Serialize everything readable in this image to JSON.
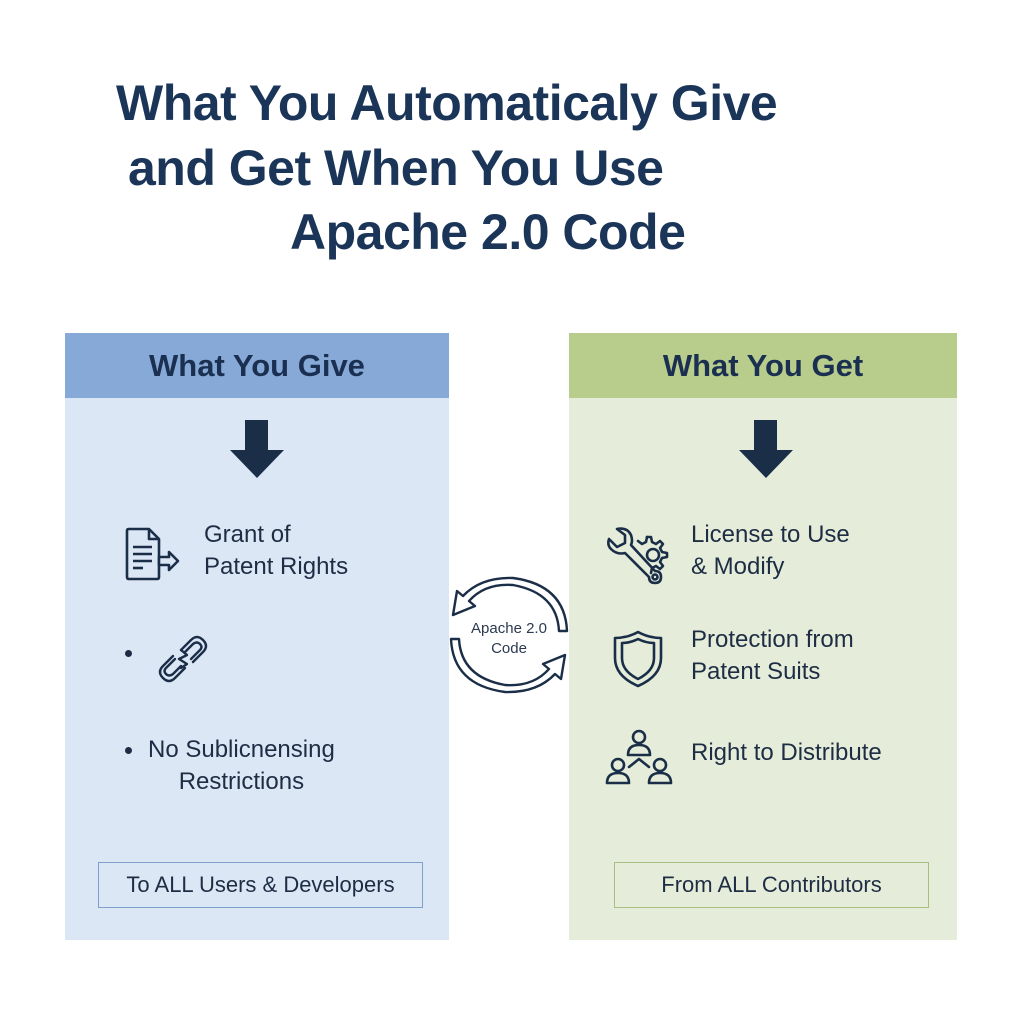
{
  "title": {
    "line1": "What You Automaticaly Give",
    "line2": "and Get When You Use",
    "line3": "Apache 2.0 Code"
  },
  "center": {
    "label": "Apache 2.0\nCode",
    "icon": "cycle-arrows-icon"
  },
  "give_panel": {
    "heading": "What You Give",
    "header_color": "#86a9d8",
    "body_color": "#dce7f6",
    "arrow_icon": "down-arrow-icon",
    "items": [
      {
        "icon": "document-export-icon",
        "text": "Grant of\nPatent Rights"
      },
      {
        "icon": "broken-link-icon",
        "text": ""
      },
      {
        "icon": "bullet",
        "text": "No Sublicnensing\nRestrictions"
      }
    ],
    "footer": "To ALL Users & Developers"
  },
  "get_panel": {
    "heading": "What You Get",
    "header_color": "#b8cd8c",
    "body_color": "#e5edda",
    "arrow_icon": "down-arrow-icon",
    "items": [
      {
        "icon": "wrench-gear-icon",
        "text": "License to Use\n& Modify"
      },
      {
        "icon": "shield-icon",
        "text": "Protection from\nPatent Suits"
      },
      {
        "icon": "people-network-icon",
        "text": "Right to Distribute"
      }
    ],
    "footer": "From ALL Contributors"
  },
  "colors": {
    "title": "#1b3558",
    "text": "#1e2d44",
    "give_accent": "#86a9d8",
    "get_accent": "#b8cd8c"
  }
}
